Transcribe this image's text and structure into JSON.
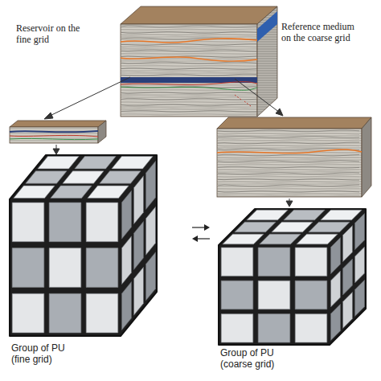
{
  "diagram": {
    "nodes": [
      {
        "text": [
          "Group of PU (fine grid)"
        ]
      },
      {
        "text": [
          "Group of PU (coarse grid)"
        ]
      }
    ],
    "edges": [
      {
        "from": 0,
        "to": 1,
        "arrow": "to"
      },
      {
        "from": 1,
        "to": 0,
        "arrow": "to"
      }
    ],
    "labels": [
      "Reservoir on the fine grid",
      "Reference medium on the coarse grid"
    ]
  }
}
